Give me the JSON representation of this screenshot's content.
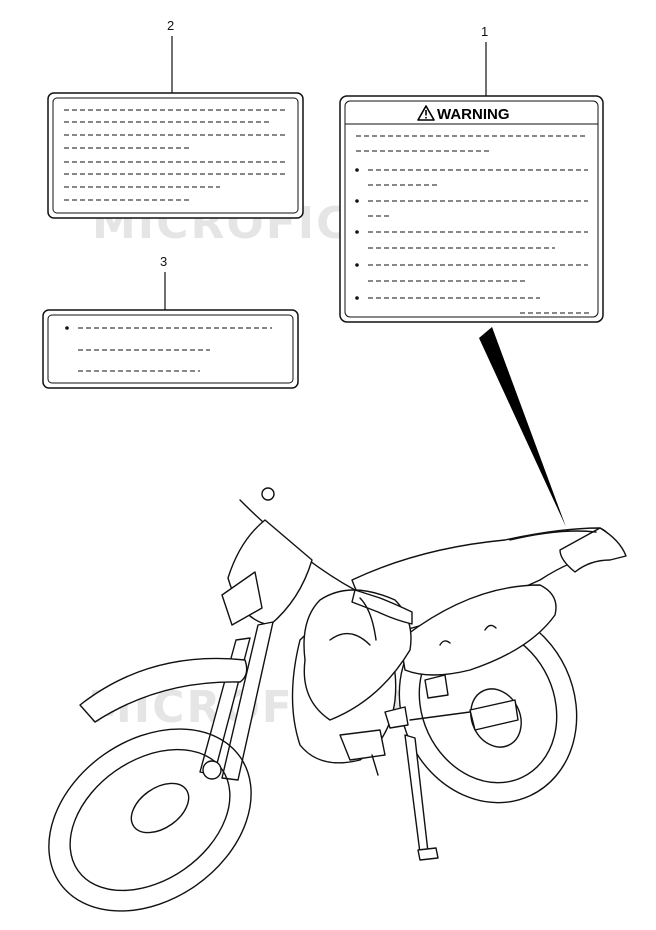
{
  "callouts": {
    "label1": "1",
    "label2": "2",
    "label3": "3"
  },
  "warning_label": {
    "heading": "WARNING"
  },
  "watermark": {
    "text": "MICROFICHES.NET"
  },
  "colors": {
    "ink": "#111111",
    "watermark": "#cfcfcf",
    "background": "#ffffff"
  }
}
